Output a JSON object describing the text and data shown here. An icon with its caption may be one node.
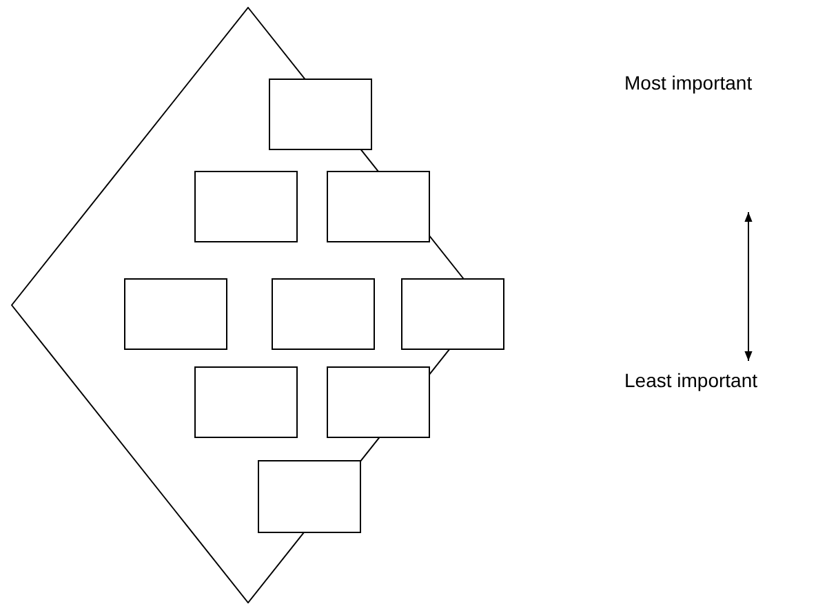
{
  "diagram": {
    "nodes": [
      {
        "text": [],
        "shape": "diamond"
      },
      {
        "text": [],
        "shape": "box",
        "in": 0
      },
      {
        "text": [],
        "shape": "box",
        "in": 0
      },
      {
        "text": [],
        "shape": "box",
        "in": 0
      },
      {
        "text": [],
        "shape": "box",
        "in": 0
      },
      {
        "text": [],
        "shape": "box",
        "in": 0
      },
      {
        "text": [],
        "shape": "box",
        "in": 0
      },
      {
        "text": [],
        "shape": "box",
        "in": 0
      },
      {
        "text": [],
        "shape": "box",
        "in": 0
      },
      {
        "text": [],
        "shape": "box",
        "in": 0
      }
    ],
    "labels": [
      "Most important",
      "Least important"
    ]
  }
}
